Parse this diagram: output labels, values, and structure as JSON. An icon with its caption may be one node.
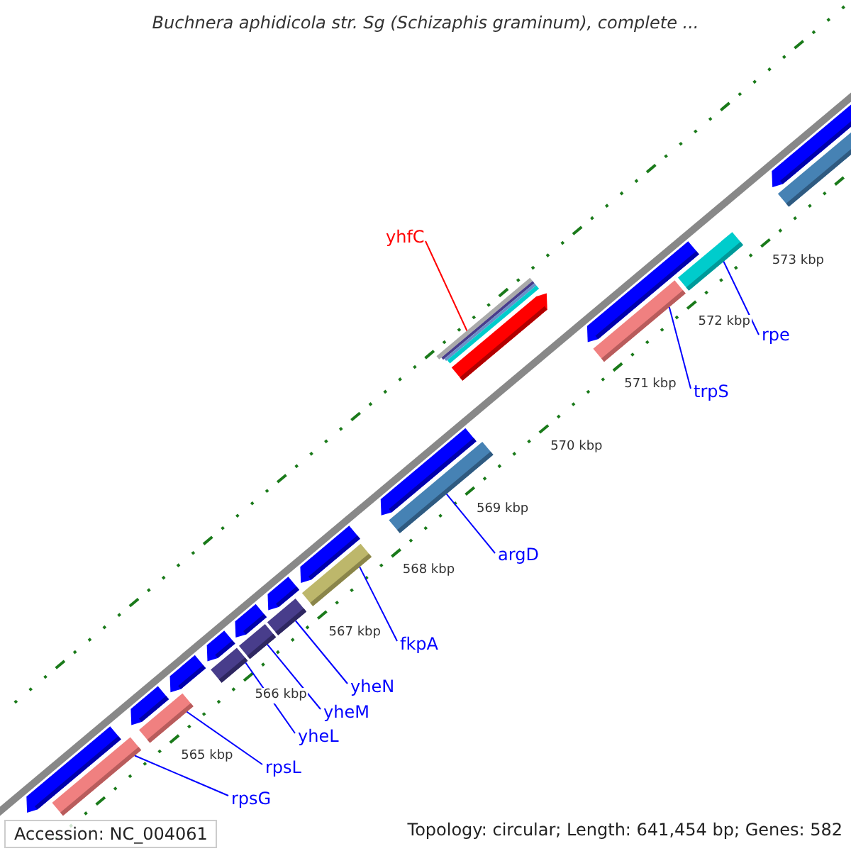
{
  "diagram": {
    "title": "Buchnera aphidicola str. Sg (Schizaphis graminum), complete ...",
    "nodes": [
      {
        "text": [
          "yhfC"
        ]
      },
      {
        "text": [],
        "shape": "bar"
      },
      {
        "text": [
          "rpe"
        ]
      },
      {
        "text": [],
        "shape": "bar"
      },
      {
        "text": [
          "trpS"
        ]
      },
      {
        "text": [],
        "shape": "bar"
      },
      {
        "text": [
          "argD"
        ]
      },
      {
        "text": [],
        "shape": "bar"
      },
      {
        "text": [
          "fkpA"
        ]
      },
      {
        "text": [],
        "shape": "bar"
      },
      {
        "text": [
          "yheN"
        ]
      },
      {
        "text": [],
        "shape": "bar"
      },
      {
        "text": [
          "yheM"
        ]
      },
      {
        "text": [],
        "shape": "bar"
      },
      {
        "text": [
          "yheL"
        ]
      },
      {
        "text": [],
        "shape": "bar"
      },
      {
        "text": [
          "rpsL"
        ]
      },
      {
        "text": [],
        "shape": "bar"
      },
      {
        "text": [
          "rpsG"
        ]
      },
      {
        "text": [],
        "shape": "bar"
      },
      {
        "text": [],
        "shape": "bar"
      },
      {
        "text": [],
        "shape": "bar"
      },
      {
        "text": [],
        "shape": "bar"
      },
      {
        "text": [],
        "shape": "bar"
      },
      {
        "text": [],
        "shape": "bar"
      },
      {
        "text": [],
        "shape": "bar"
      },
      {
        "text": [],
        "shape": "bar"
      },
      {
        "text": [],
        "shape": "bar"
      },
      {
        "text": [],
        "shape": "bar"
      },
      {
        "text": [],
        "shape": "bar"
      },
      {
        "text": [],
        "shape": "bar"
      },
      {
        "text": [],
        "shape": "bar"
      }
    ],
    "edges": [
      {
        "from": 0,
        "to": 1,
        "arrow": "none",
        "color": "#ff0000"
      },
      {
        "from": 2,
        "to": 3,
        "arrow": "none"
      },
      {
        "from": 4,
        "to": 5,
        "arrow": "none"
      },
      {
        "from": 6,
        "to": 7,
        "arrow": "none"
      },
      {
        "from": 8,
        "to": 9,
        "arrow": "none"
      },
      {
        "from": 10,
        "to": 11,
        "arrow": "none"
      },
      {
        "from": 12,
        "to": 13,
        "arrow": "none"
      },
      {
        "from": 14,
        "to": 15,
        "arrow": "none"
      },
      {
        "from": 16,
        "to": 17,
        "arrow": "none"
      },
      {
        "from": 18,
        "to": 19,
        "arrow": "none"
      }
    ],
    "labels": [
      "573 kbp",
      "572 kbp",
      "571 kbp",
      "570 kbp",
      "569 kbp",
      "568 kbp",
      "567 kbp",
      "566 kbp",
      "565 kbp",
      "Accession: NC_004061",
      "Topology: circular; Length: 641,454 bp; Genes: 582"
    ]
  }
}
